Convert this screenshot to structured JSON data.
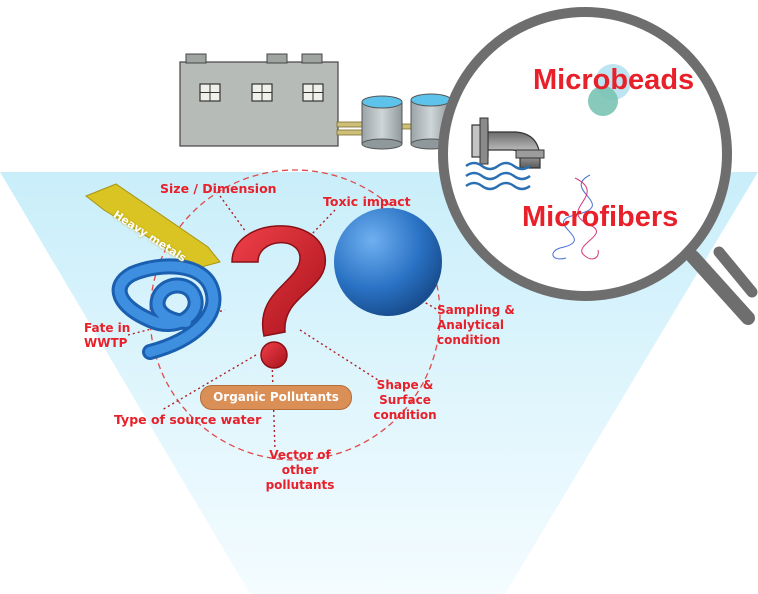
{
  "labels": {
    "size": "Size / Dimension",
    "toxic": "Toxic impact",
    "sampling": "Sampling & Analytical condition",
    "shape": "Shape & Surface condition",
    "vector": "Vector of other pollutants",
    "type_water": "Type of source water",
    "fate": "Fate in WWTP",
    "heavy_metals": "Heavy metals",
    "organic": "Organic Pollutants",
    "microbeads": "Microbeads",
    "microfibers": "Microfibers"
  },
  "colors": {
    "label_red": "#e8202a",
    "water": "#cdeffa",
    "sphere_blue": "#2a72c4",
    "question_red": "#d01e26",
    "heavy_metals": "#d9c424",
    "organic_pill": "#d98f55",
    "magnifier_gray": "#6e6e6e"
  }
}
